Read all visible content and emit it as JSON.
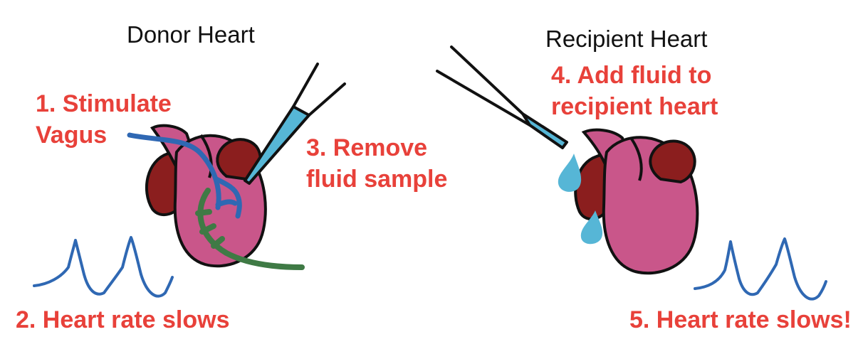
{
  "titles": {
    "donor": "Donor Heart",
    "recipient": "Recipient Heart"
  },
  "steps": {
    "s1": {
      "line1": "1. Stimulate",
      "line2": "Vagus"
    },
    "s2": {
      "line1": "2. Heart rate slows"
    },
    "s3": {
      "line1": "3. Remove",
      "line2": "fluid sample"
    },
    "s4": {
      "line1": "4. Add fluid to",
      "line2": "recipient heart"
    },
    "s5": {
      "line1": "5. Heart rate slows!"
    }
  },
  "colors": {
    "heart": "#c9568a",
    "atrium": "#8b1e1e",
    "outline": "#111111",
    "vagus_nerve": "#2f68b3",
    "nerve_green": "#3f7a45",
    "pipette_fluid": "#56b6d6",
    "step_text": "#e8413a",
    "ecg": "#2f68b3"
  },
  "icons": {
    "donor_heart": "heart-icon",
    "recipient_heart": "heart-icon",
    "pipette": "pipette-icon",
    "ecg": "ecg-trace-icon",
    "droplet": "droplet-icon"
  }
}
